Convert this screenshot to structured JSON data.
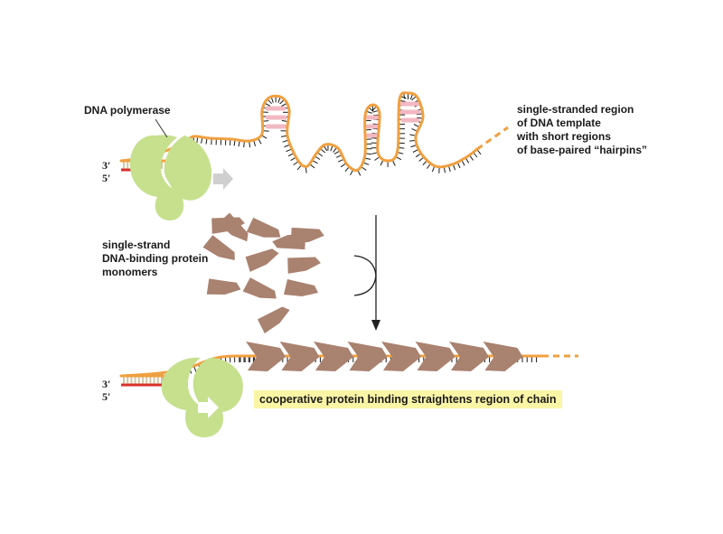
{
  "labels": {
    "polymerase": "DNA polymerase",
    "template": [
      "single-stranded region",
      "of DNA template",
      "with short regions",
      "of base-paired “hairpins”"
    ],
    "ssb": [
      "single-strand",
      "DNA-binding protein",
      "monomers"
    ],
    "caption": "cooperative protein binding straightens region of chain"
  },
  "strand_ends": {
    "three_prime": "3′",
    "five_prime": "5′"
  },
  "colors": {
    "polymerase": "#c6e08e",
    "template_strand": "#f0a040",
    "new_strand": "#d9302b",
    "base_pair_rungs": "#d2c7a5",
    "hairpin_pairing": "#f2b8c2",
    "ssb_protein": "#a98270",
    "arrow_gray": "#cfcfcf",
    "caption_highlight": "#fbf5a6"
  },
  "icons": [
    "gray-right-arrow-icon",
    "white-right-arrow-icon",
    "down-arrow-icon",
    "bracket-icon"
  ]
}
